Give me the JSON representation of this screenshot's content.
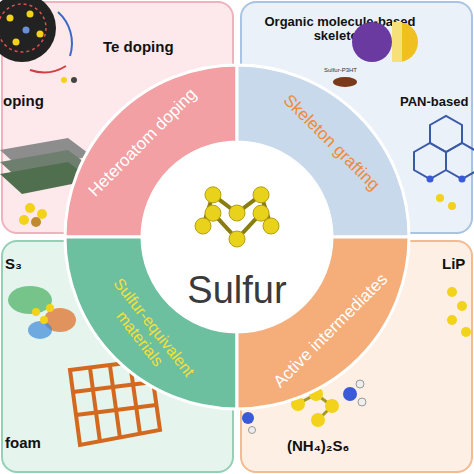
{
  "diagram": {
    "nodes": [
      {
        "text": [
          "Te doping",
          "oping"
        ]
      },
      {
        "text": [
          "Organic molecule-based skeleton",
          "Sulfur-P3HT",
          "PAN-based"
        ]
      },
      {
        "text": [
          "S₃",
          "foam"
        ]
      },
      {
        "text": [
          "LiP",
          "(NH₄)₂S₆"
        ]
      },
      {
        "text": [
          "Sulfur"
        ]
      },
      {
        "text": [
          "Heteroatom doping"
        ],
        "in": 4
      },
      {
        "text": [
          "Skeleton grafting"
        ],
        "in": 4
      },
      {
        "text": [
          "Sulfur-equivalent materials"
        ],
        "in": 4
      },
      {
        "text": [
          "Active intermediates"
        ],
        "in": 4
      }
    ]
  }
}
